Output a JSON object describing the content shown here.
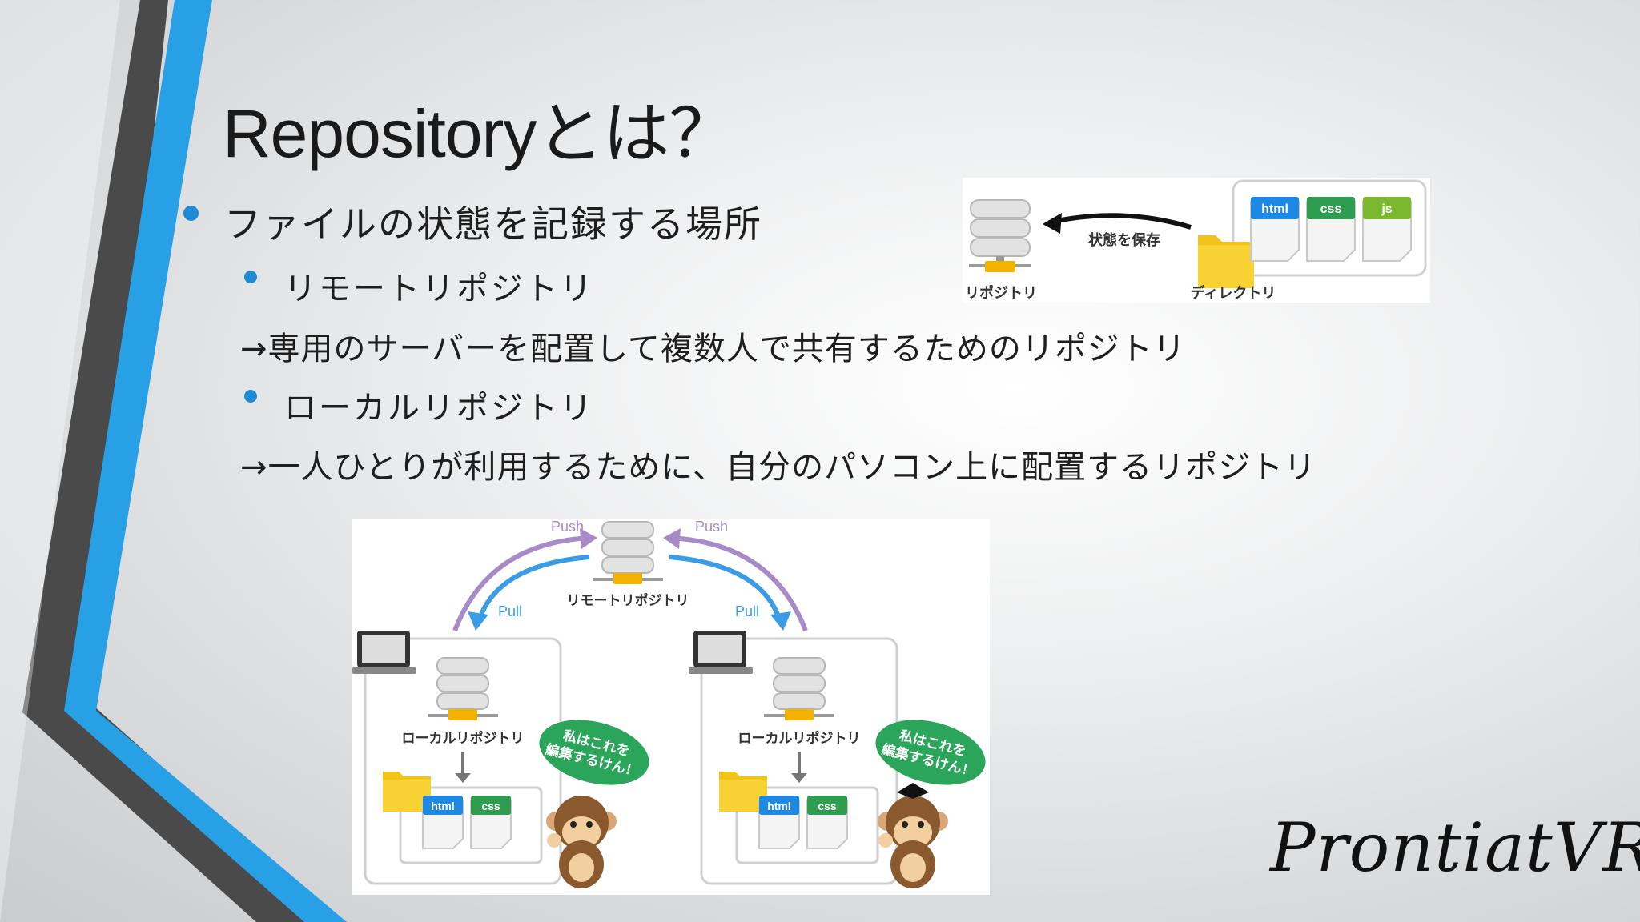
{
  "slide": {
    "title": "Repositoryとは？",
    "bullet_main": "ファイルの状態を記録する場所",
    "bullet_remote": "リモートリポジトリ",
    "remote_desc": "→専用のサーバーを配置して複数人で共有するためのリポジトリ",
    "bullet_local": "ローカルリポジトリ",
    "local_desc": "→一人ひとりが利用するために、自分のパソコン上に配置するリポジトリ"
  },
  "figure_top": {
    "repository_label": "リポジトリ",
    "arrow_label": "状態を保存",
    "directory_label": "ディレクトリ",
    "file_tags": [
      "html",
      "css",
      "js"
    ]
  },
  "figure_bottom": {
    "remote_label": "リモートリポジトリ",
    "push_label": "Push",
    "pull_label": "Pull",
    "local_label": "ローカルリポジトリ",
    "speech_line1": "私はこれを",
    "speech_line2": "編集するけん！",
    "file_tags": [
      "html",
      "css"
    ]
  },
  "logo": "ProntiatVR",
  "colors": {
    "accent_blue": "#1c8ad4",
    "stripe_dark": "#4a4a4a",
    "html_tag": "#1e88e5",
    "css_tag": "#2e9d4f",
    "js_tag": "#7cb82f",
    "push_arrow": "#a98ac8",
    "pull_arrow": "#3a9be6",
    "server_connector": "#f3b200",
    "speech_bubble": "#2aa55a"
  }
}
